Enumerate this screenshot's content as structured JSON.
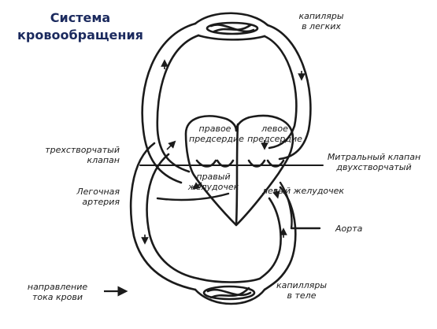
{
  "title": {
    "line1": "Система",
    "line2": "кровообращения"
  },
  "labels": {
    "lung_capillaries": [
      "капиляры",
      "в легких"
    ],
    "right_atrium": [
      "правое",
      "предсердие"
    ],
    "left_atrium": [
      "левое",
      "предсердие"
    ],
    "tricuspid_valve": [
      "трехстворчатый",
      "клапан"
    ],
    "mitral_valve": [
      "Митральный клапан",
      "двухстворчатый"
    ],
    "right_ventricle": [
      "правый",
      "желудочек"
    ],
    "left_ventricle": "левый желудочек",
    "pulmonary_artery": [
      "Легочная",
      "артерия"
    ],
    "aorta": "Аорта",
    "flow_direction": [
      "направление",
      "тока крови"
    ],
    "body_capillaries": [
      "капилляры",
      "в теле"
    ]
  },
  "colors": {
    "ink": "#1b1b1b",
    "title": "#1b2a5e",
    "background": "#ffffff"
  }
}
